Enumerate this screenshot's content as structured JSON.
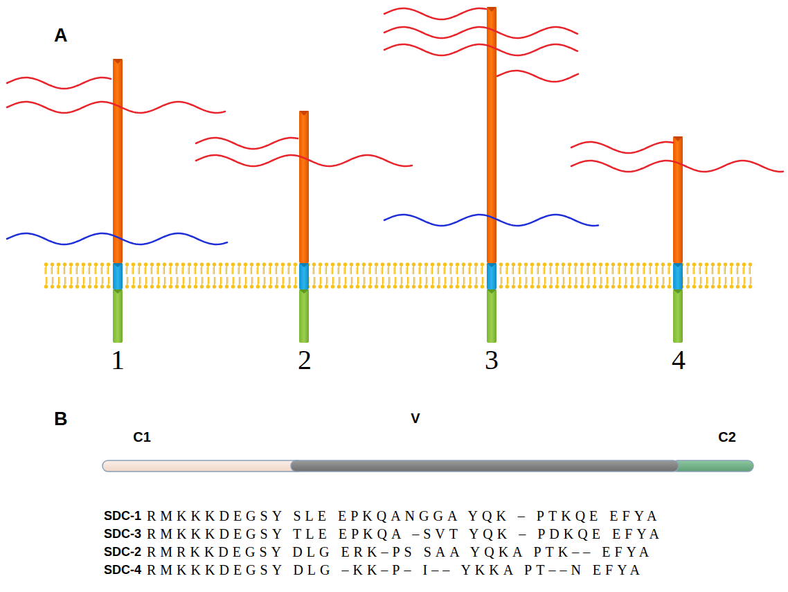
{
  "diagram": {
    "labels": [
      "A",
      "1",
      "2",
      "3",
      "4",
      "B",
      "C1",
      "V",
      "C2",
      "SDC-1",
      "RMKKKDEGSY SLE EPKQANGGA YQK – PTKQE EFYA",
      "SDC-3",
      "RMKKKDEGSY TLE EPKQA –SVT YQK – PDKQE EFYA",
      "SDC-2",
      "RMRKKDEGSY DLG ERK–PS SAA YQKA PTK–– EFYA",
      "SDC-4",
      "RMKKKDEGSY DLG –KK–P– I–– YKKA PT––N EFYA"
    ]
  }
}
